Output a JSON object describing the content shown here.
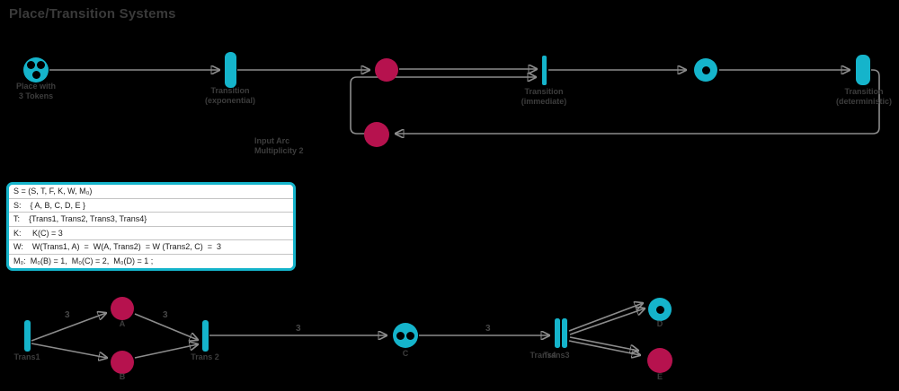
{
  "title": "Place/Transition Systems",
  "colors": {
    "cyan": "#15b4cb",
    "crimson": "#b6124e",
    "line": "#8c8c8c",
    "label": "#3d3d3d"
  },
  "top_net": {
    "place_tokens_label": {
      "line1": "Place with",
      "line2": "3 Tokens"
    },
    "transition_exponential": {
      "line1": "Transition",
      "line2": "(exponential)"
    },
    "transition_immediate": {
      "line1": "Transition",
      "line2": "(immediate)"
    },
    "transition_deterministic": {
      "line1": "Transition",
      "line2": "(deterministic)"
    },
    "input_arc_note": {
      "line1": "Input Arc",
      "line2": "Multiplicity 2"
    }
  },
  "definition_box": {
    "rows": [
      "S = (S, T, F, K, W, M₀)",
      "S:    { A, B, C, D, E }",
      "T:    {Trans1, Trans2, Trans3, Trans4}",
      "K:     K(C) = 3",
      "W:    W(Trans1, A)  =  W(A, Trans2)  = W (Trans2, C)  =  3",
      "M₀:  M₀(B) = 1,  M₀(C) = 2,  M₀(D) = 1 ;"
    ]
  },
  "bottom_net": {
    "transitions": {
      "trans1": "Trans1",
      "trans2": "Trans 2",
      "trans3": "Trans3",
      "trans4": "Trans4"
    },
    "places": {
      "a": "A",
      "b": "B",
      "c": "C",
      "d": "D",
      "e": "E"
    },
    "arc_weights": {
      "trans1_a": "3",
      "a_trans2": "3",
      "trans2_c": "3",
      "c_trans3": "3"
    }
  }
}
